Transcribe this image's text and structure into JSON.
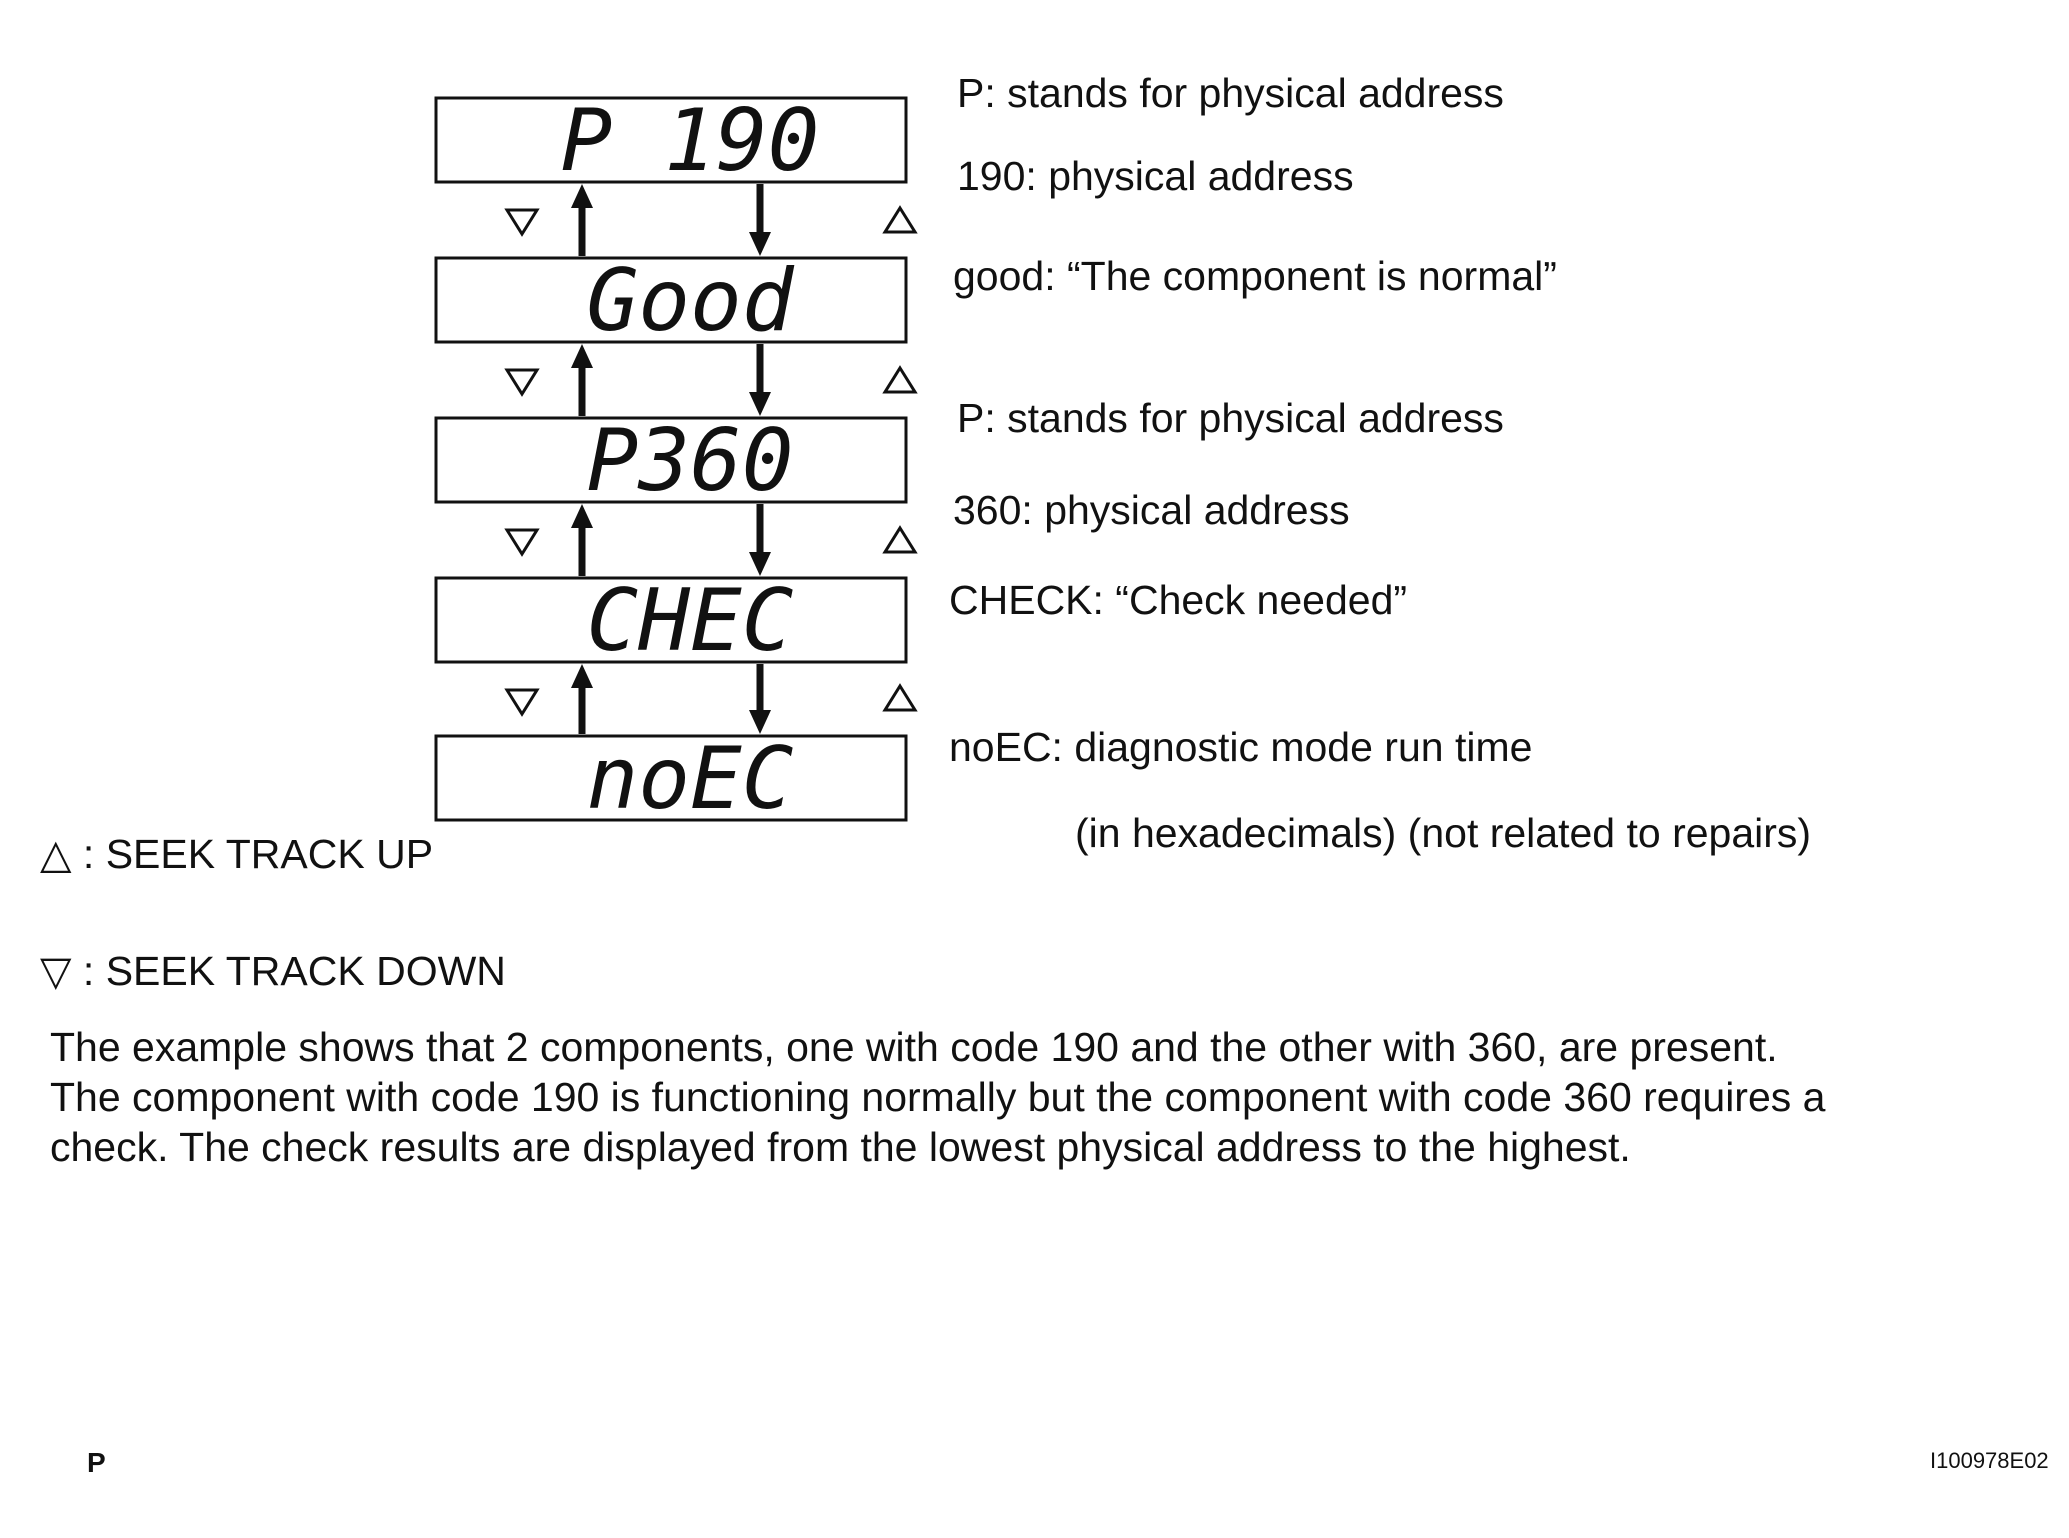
{
  "displays": [
    "P 190",
    "Good",
    "P360",
    "CHEC",
    "noEC"
  ],
  "annotations": [
    "P: stands for physical address",
    "190:  physical address",
    "good: “The component is normal”",
    "P: stands for physical address",
    "360: physical address",
    "CHECK: “Check needed”",
    "noEC: diagnostic mode run time",
    "(in hexadecimals) (not related to repairs)"
  ],
  "legend": {
    "up": "△ : SEEK TRACK UP",
    "down": "▽ : SEEK TRACK DOWN"
  },
  "paragraph": [
    "The example shows that 2 components, one with code 190 and the other with 360, are present.",
    "The component with code 190 is functioning normally but the component with code 360 requires a",
    "check. The check results are displayed from the lowest physical address to the highest."
  ],
  "footer": {
    "left": "P",
    "right": "I100978E02"
  },
  "colors": {
    "ink": "#111111",
    "background": "#ffffff"
  }
}
